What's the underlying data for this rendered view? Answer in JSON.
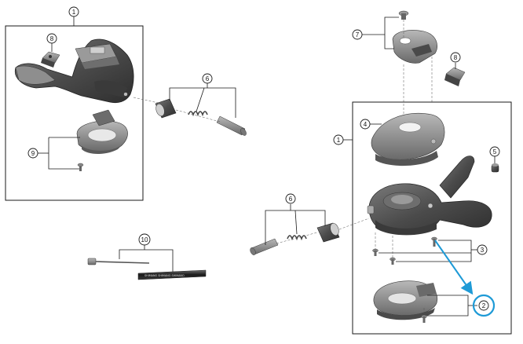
{
  "callouts": {
    "left_frame_part1": "1",
    "left_part8": "8",
    "left_part9": "9",
    "part6_upper": "6",
    "part10": "10",
    "right_part7": "7",
    "right_part8": "8",
    "right_frame_part1": "1",
    "right_part4": "4",
    "right_part5": "5",
    "part6_lower": "6",
    "right_part3": "3",
    "right_part2_highlighted": "2"
  },
  "cable_text": "SHIMANO SHIMANO SHIMANO",
  "colors": {
    "line": "#1a1a1a",
    "part_dark": "#5a5a5a",
    "part_mid": "#8c8c8c",
    "part_light": "#c4c4c4",
    "highlight": "#1e9ad6"
  },
  "icons": [
    "shift-lever-assembly",
    "clamp-bolt",
    "adjusting-barrel",
    "inner-cable",
    "lever-cover",
    "highlight-arrow"
  ]
}
